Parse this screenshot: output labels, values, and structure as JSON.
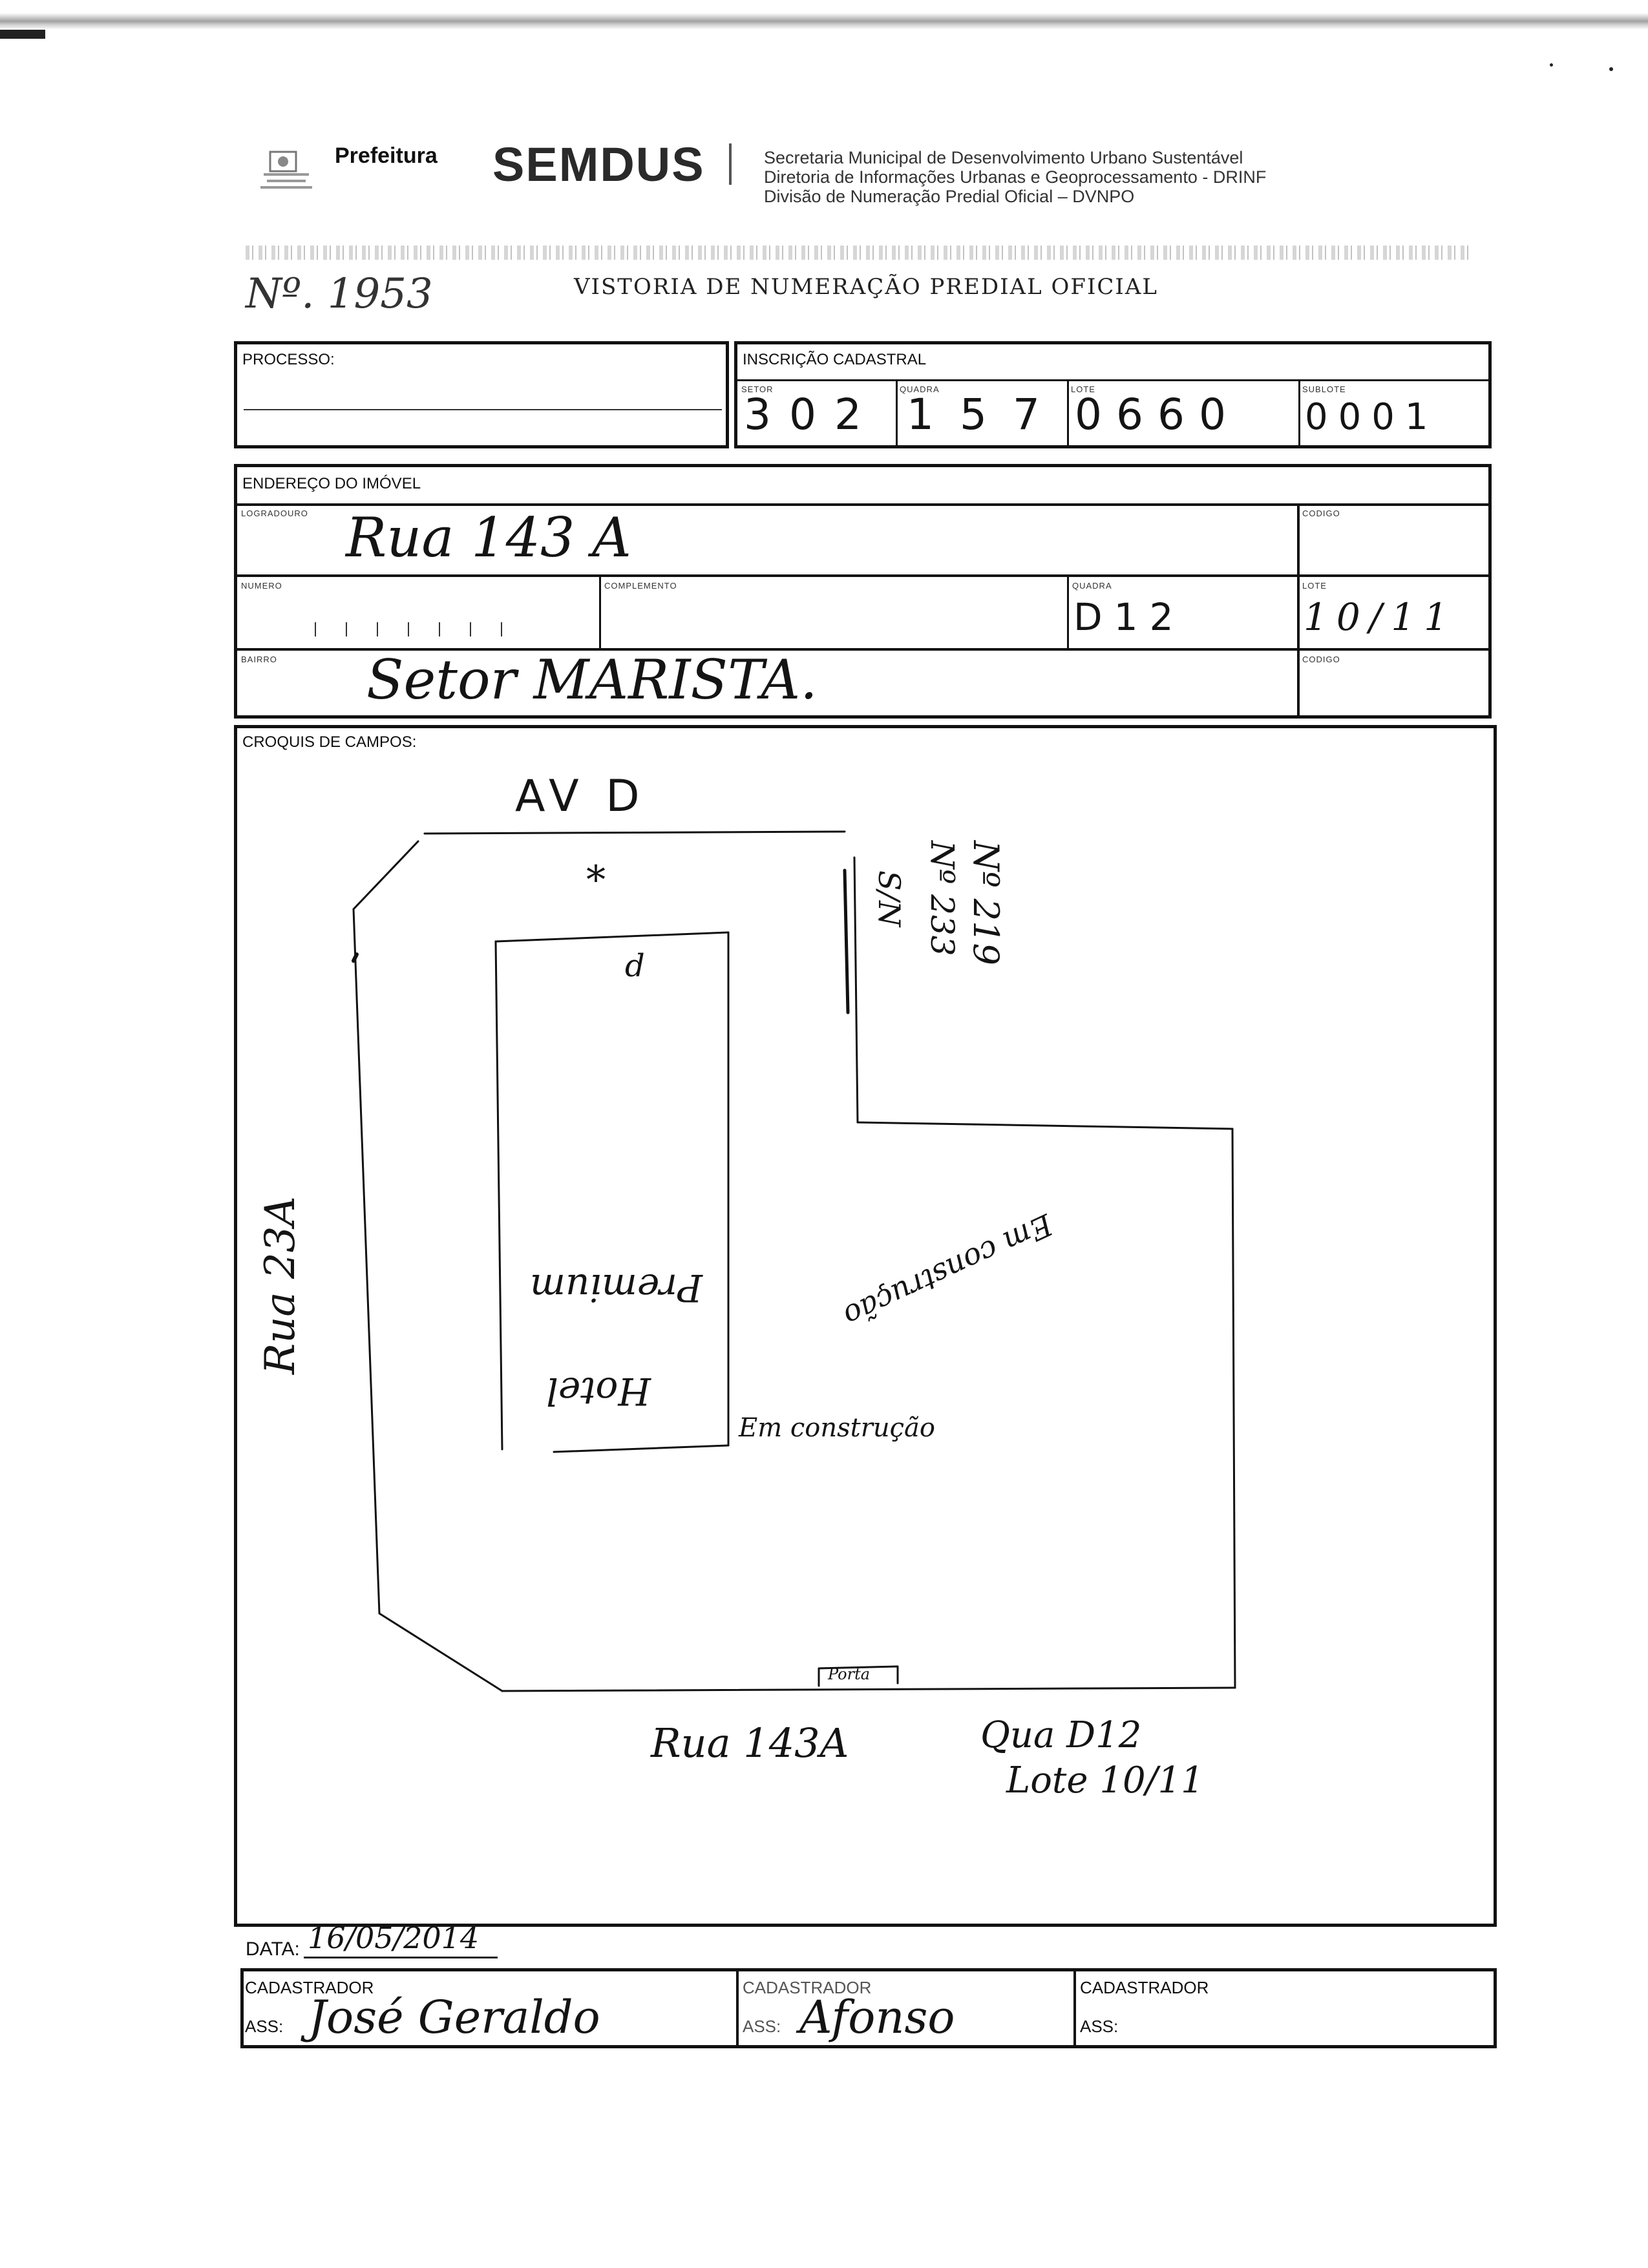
{
  "header": {
    "prefeitura": "Prefeitura",
    "semdus": "SEMDUS",
    "line1": "Secretaria Municipal de Desenvolvimento Urbano Sustentável",
    "line2": "Diretoria de Informações Urbanas e Geoprocessamento - DRINF",
    "line3": "Divisão de Numeração Predial Oficial – DVNPO"
  },
  "form_number": "Nº. 1953",
  "form_title": "VISTORIA DE NUMERAÇÃO PREDIAL OFICIAL",
  "processo": {
    "label": "PROCESSO:"
  },
  "inscricao": {
    "label": "INSCRIÇÃO CADASTRAL",
    "setor_label": "SETOR",
    "setor": "302",
    "quadra_label": "QUADRA",
    "quadra": "157",
    "lote_label": "LOTE",
    "lote": "0660",
    "sublote_label": "SUBLOTE",
    "sublote": "0001"
  },
  "endereco": {
    "label": "ENDEREÇO DO IMÓVEL",
    "logradouro_label": "LOGRADOURO",
    "logradouro": "Rua 143 A",
    "codigo_label": "CODIGO",
    "numero_label": "NUMERO",
    "complemento_label": "COMPLEMENTO",
    "quadra_label": "QUADRA",
    "quadra": "D12",
    "lote_label": "LOTE",
    "lote": "10/11",
    "bairro_label": "BAIRRO",
    "bairro": "Setor MARISTA."
  },
  "croquis": {
    "label": "CROQUIS DE CAMPOS:",
    "top_street": "AV D",
    "left_street": "Rua 23A",
    "bottom_street": "Rua 143A",
    "lot_note_1": "Qua D12",
    "lot_note_2": "Lote 10/11",
    "right_numbers": [
      "Nº 219",
      "Nº 233",
      "S/N"
    ],
    "hotel_1": "Hotel",
    "hotel_2": "Premium",
    "construction_1": "Em construção",
    "construction_2": "Em construção",
    "porta": "Porta",
    "asterisk": "*",
    "d_mark": "d"
  },
  "data": {
    "label": "DATA:",
    "value": "16/05/2014"
  },
  "cadastradores": [
    {
      "title": "CADASTRADOR",
      "ass_label": "ASS:",
      "signature": "José Geraldo"
    },
    {
      "title": "CADASTRADOR",
      "ass_label": "ASS:",
      "signature": "Afonso"
    },
    {
      "title": "CADASTRADOR",
      "ass_label": "ASS:",
      "signature": ""
    }
  ]
}
